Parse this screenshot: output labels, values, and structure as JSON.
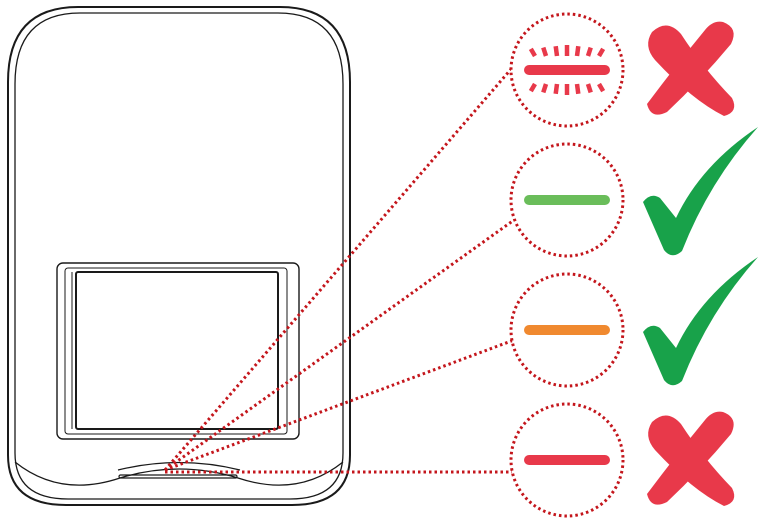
{
  "colors": {
    "outline": "#1a1a1a",
    "callout": "#c4161c",
    "bad": "#e8394a",
    "good_green": "#6abd5a",
    "good_orange": "#f0892f",
    "check": "#18a24a",
    "cross": "#e8394a"
  },
  "device": {
    "name": "router-device",
    "indicator": "status-led"
  },
  "states": [
    {
      "led": "blinking-red",
      "led_color": "#e8394a",
      "result": "cross-icon"
    },
    {
      "led": "solid-green",
      "led_color": "#6abd5a",
      "result": "check-icon"
    },
    {
      "led": "solid-orange",
      "led_color": "#f0892f",
      "result": "check-icon"
    },
    {
      "led": "solid-red",
      "led_color": "#e8394a",
      "result": "cross-icon"
    }
  ]
}
